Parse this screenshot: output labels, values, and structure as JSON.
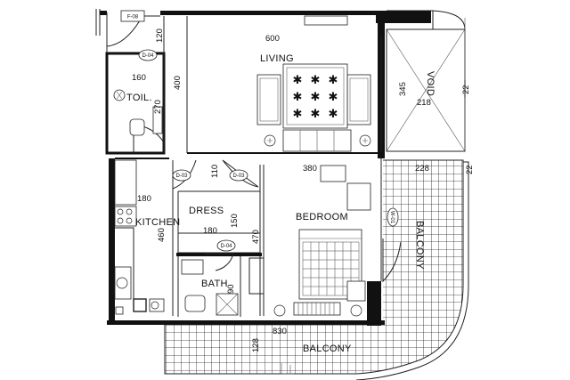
{
  "rooms": {
    "living": "LIVING",
    "toilet": "TOIL.",
    "kitchen": "KITCHEN",
    "dress": "DRESS",
    "bedroom": "BEDROOM",
    "bath": "BATH",
    "balcony_bottom": "BALCONY",
    "balcony_right": "BALCONY",
    "void": "VOID"
  },
  "dimensions": {
    "living_w": "600",
    "living_h": "400",
    "entry_h": "120",
    "toilet_w": "160",
    "toilet_h": "270",
    "void_h": "345",
    "void_w": "218",
    "void_side": "22",
    "balcony_w": "228",
    "balcony_side": "22",
    "bedroom_w": "380",
    "corridor_h": "110",
    "kitchen_w": "180",
    "kitchen_h": "460",
    "dress_h": "150",
    "dress_w": "180",
    "bedroom_h": "470",
    "bath_h": "90",
    "balcony_bottom_w": "830",
    "balcony_bottom_h": "128"
  },
  "tags": {
    "entry": "F-08",
    "d_toilet": "D-04",
    "d_kitchen": "D-03",
    "d_bedroom": "D-03",
    "d_bath": "D-04",
    "w_balcony": "W-01"
  }
}
